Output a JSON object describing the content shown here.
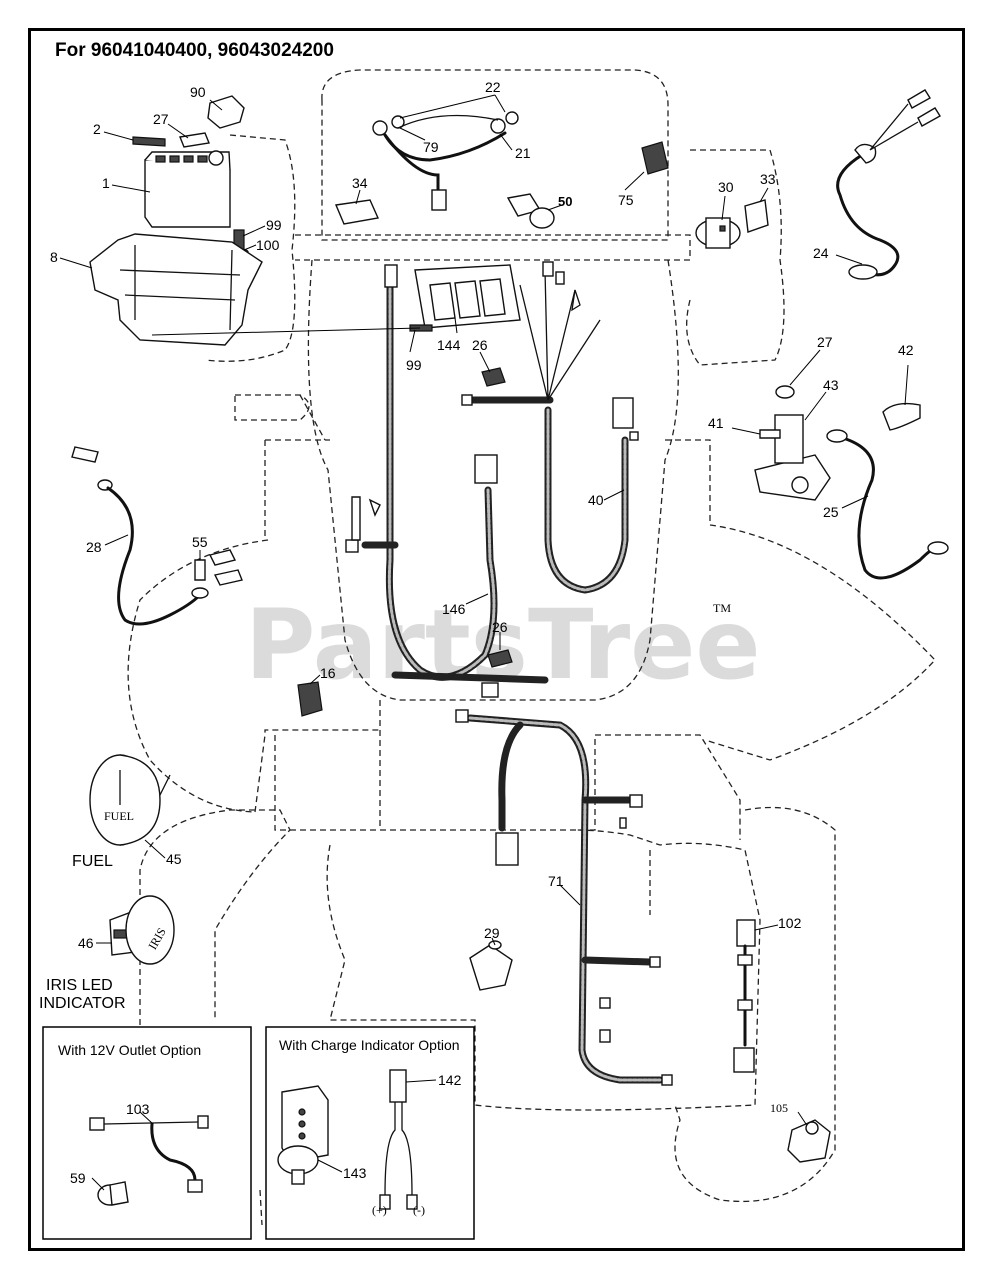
{
  "header": {
    "title": "For 96041040400, 96043024200"
  },
  "watermark": {
    "text": "PartsTree",
    "tm": "TM"
  },
  "callouts": {
    "c90": "90",
    "c2": "2",
    "c27a": "27",
    "c1": "1",
    "c99a": "99",
    "c100": "100",
    "c8": "8",
    "c22": "22",
    "c79": "79",
    "c21": "21",
    "c34": "34",
    "c50": "50",
    "c75": "75",
    "c30": "30",
    "c33": "33",
    "c24": "24",
    "c27b": "27",
    "c42": "42",
    "c43": "43",
    "c41": "41",
    "c25": "25",
    "c144": "144",
    "c26a": "26",
    "c99b": "99",
    "c40": "40",
    "c28": "28",
    "c55": "55",
    "c146": "146",
    "c26b": "26",
    "c16": "16",
    "c45": "45",
    "c71": "71",
    "c29": "29",
    "c102": "102",
    "c46": "46",
    "c103": "103",
    "c59": "59",
    "c142": "142",
    "c143": "143",
    "c105": "105"
  },
  "captions": {
    "fuel": "FUEL",
    "iris_line1": "IRIS LED",
    "iris_line2": "INDICATOR",
    "gauge_face": "FUEL",
    "iris_face": "IRIS"
  },
  "option_boxes": {
    "outlet": {
      "title": "With 12V Outlet Option"
    },
    "charge": {
      "title": "With Charge Indicator Option",
      "plus": "(+)",
      "minus": "(-)"
    }
  }
}
